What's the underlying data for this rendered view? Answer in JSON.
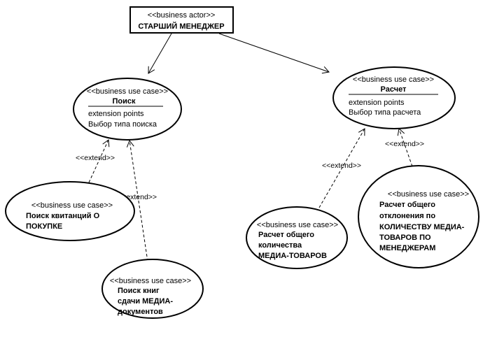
{
  "actor": {
    "stereotype": "<<business actor>>",
    "name": "СТАРШИЙ МЕНЕДЖЕР"
  },
  "use_cases": {
    "poisk": {
      "stereotype": "<<business use case>>",
      "name": "Поиск",
      "ext_title": "extension points",
      "ext_point": "Выбор типа поиска"
    },
    "raschet": {
      "stereotype": "<<business use case>>",
      "name": "Расчет",
      "ext_title": "extension points",
      "ext_point": "Выбор типа расчета"
    },
    "poisk_kvit": {
      "stereotype": "<<business use case>>",
      "lines": [
        "Поиск квитанций О",
        "ПОКУПКЕ"
      ]
    },
    "poisk_knig": {
      "stereotype": "<<business use case>>",
      "lines": [
        "Поиск книг",
        "сдачи МЕДИА-",
        "документов"
      ]
    },
    "raschet_kol": {
      "stereotype": "<<business use case>>",
      "lines": [
        "Расчет общего",
        "количества",
        "МЕДИА-ТОВАРОВ"
      ]
    },
    "raschet_otkl": {
      "stereotype": "<<business use case>>",
      "lines": [
        "Расчет общего",
        "отклонения по",
        "КОЛИЧЕСТВУ МЕДИА-",
        "ТОВАРОВ ПО",
        "МЕНЕДЖЕРАМ"
      ]
    }
  },
  "relations": {
    "extend_1": "<<extend>>",
    "extend_2": "<<extend>>",
    "extend_3": "<<extend>>",
    "extend_4": "<<extend>>"
  }
}
